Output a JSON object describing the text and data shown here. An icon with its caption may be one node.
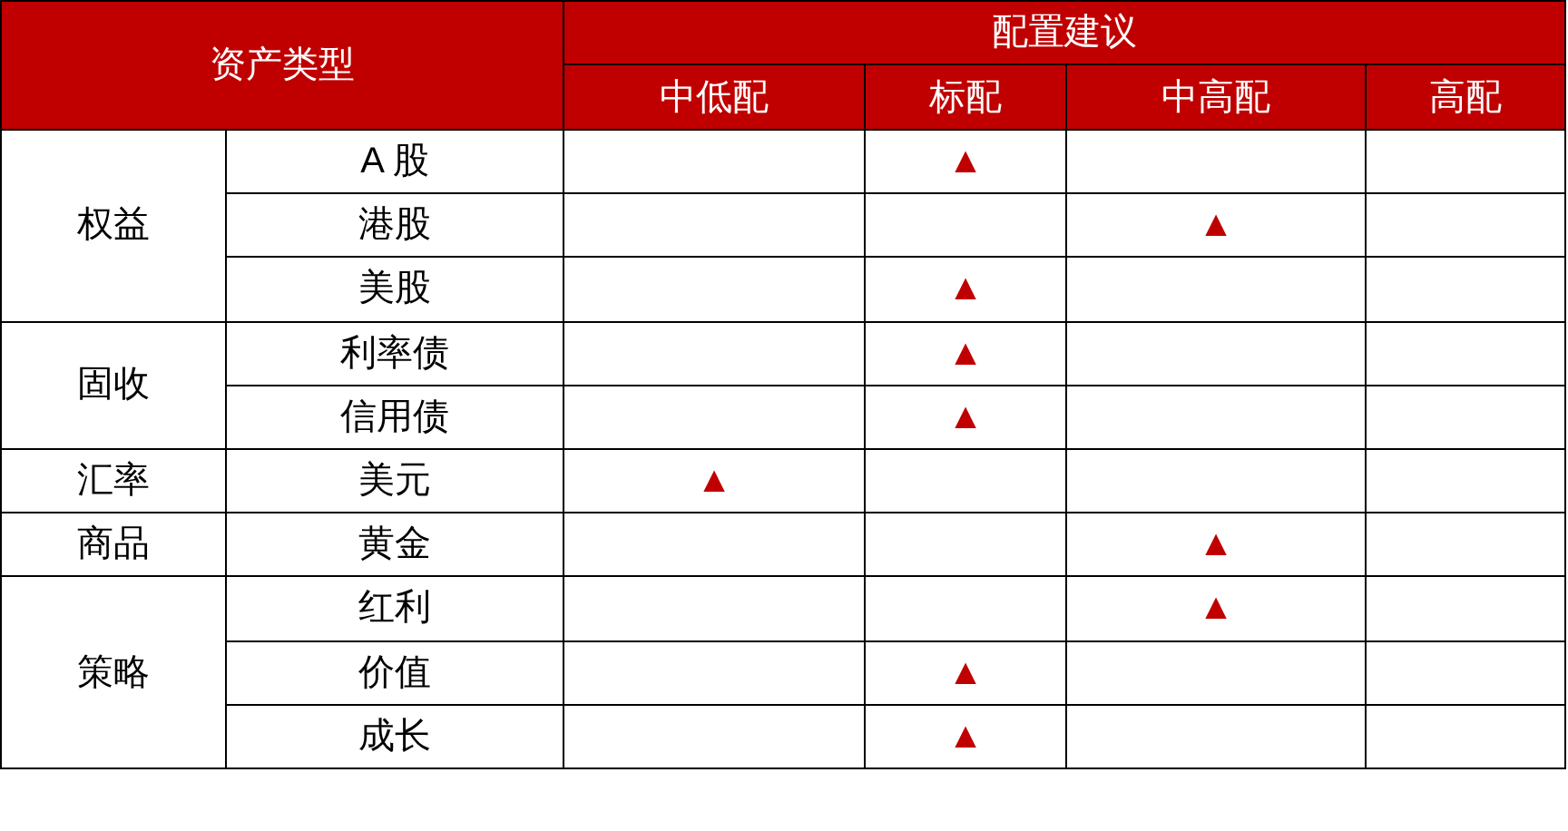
{
  "diagram": {
    "labels": [
      "资产类型",
      "配置建议",
      "中低配",
      "标配",
      "中高配",
      "高配",
      "权益",
      "A 股",
      "▲",
      "港股",
      "▲",
      "美股",
      "▲",
      "固收",
      "利率债",
      "▲",
      "信用债",
      "▲",
      "汇率",
      "美元",
      "▲",
      "商品",
      "黄金",
      "▲",
      "策略",
      "红利",
      "▲",
      "价值",
      "▲",
      "成长",
      "▲"
    ]
  }
}
